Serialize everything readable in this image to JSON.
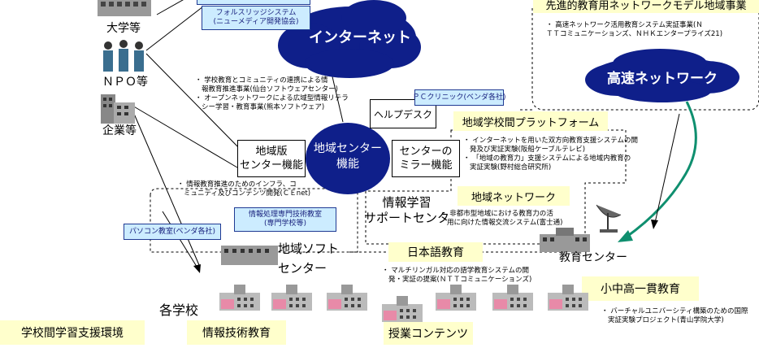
{
  "top_right": {
    "header": "先進的教育用ネットワークモデル地域事業",
    "note_lines": [
      "・ 高速ネットワーク活用教育システム実証事業(Ｎ",
      "ＴＴコミュニケーションズ、ＮＨＫエンタープライズ21)"
    ],
    "cloud_label": "高速ネットワーク"
  },
  "internet": {
    "cloud_label": "インターネット",
    "box_line1": "フォルスリッジシステム",
    "box_line2": "(ニューメディア開発協会)"
  },
  "left_entities": {
    "university": "大学等",
    "npo": "ＮＰＯ等",
    "company": "企業等"
  },
  "notes": {
    "community": [
      "・ 学校教育とコミュニティの連携による情",
      "報教育推進事業(仙台ソフトウェアセンター)",
      "・ オープンネットワークによる広域型情報リテラ",
      "シー学習・教育事業(熊本ソフトウェア)"
    ],
    "infra": [
      "・ 情報教育推進のためのインフラ、コ",
      "ミュニティ及びコンテンツ開発(ＣＥnet)"
    ],
    "platform": [
      "・ インターネットを用いた双方向教育支援システムの開",
      "発及び実証実験(阪船ケーブルテレビ)",
      "・ 「地域の教育力」支援システムによる地域内教育の",
      "実証実験(野村総合研究所)"
    ],
    "regional": [
      "・ 非都市型地域における教育力の活",
      "用に向けた情報交流システム(富士通)"
    ],
    "japanese": [
      "・ マルチリンガル対応の語学教育システムの開",
      "発・実証の提案(ＮＴＴコミュニケーションズ)"
    ],
    "virtual": [
      "・ バーチャルユニバーシティ構築のための国際",
      "実証実験プロジェクト(青山学院大学)"
    ]
  },
  "center": {
    "left_line1": "地域版",
    "left_line2": "センター機能",
    "main_line1": "地域センター",
    "main_line2": "機能",
    "right_line1": "センターの",
    "right_line2": "ミラー機能",
    "helpdesk": "ヘルプデスク",
    "pc_clinic": "ＰＣクリニック(ベンダ各社)"
  },
  "boxes": {
    "platform": "地域学校間プラットフォーム",
    "regional_network": "地域ネットワーク",
    "japanese_edu": "日本語教育",
    "k12_edu": "小中高一貫教育",
    "school_support": "学校間学習支援環境",
    "it_edu": "情報技術教育",
    "class_content": "授業コンテンツ"
  },
  "small_boxes": {
    "specialist_line1": "情報処理専門技術教室",
    "specialist_line2": "(専門学校等)",
    "pc_room": "パソコン教室(ベンダ各社)"
  },
  "labels": {
    "info_support_line1": "情報学習",
    "info_support_line2": "サポートセンタ",
    "regional_soft_line1": "地域ソフト",
    "regional_soft_line2": "センター",
    "edu_center": "教育センター",
    "schools": "各学校"
  },
  "colors": {
    "cloud": "#0f1f8a",
    "cloud_text": "#ffffff",
    "pale_yellow": "#ffffcc",
    "pale_blue": "#ccecff",
    "arrow_green": "#0f8f6f",
    "school_pink": "#e88aa8"
  }
}
